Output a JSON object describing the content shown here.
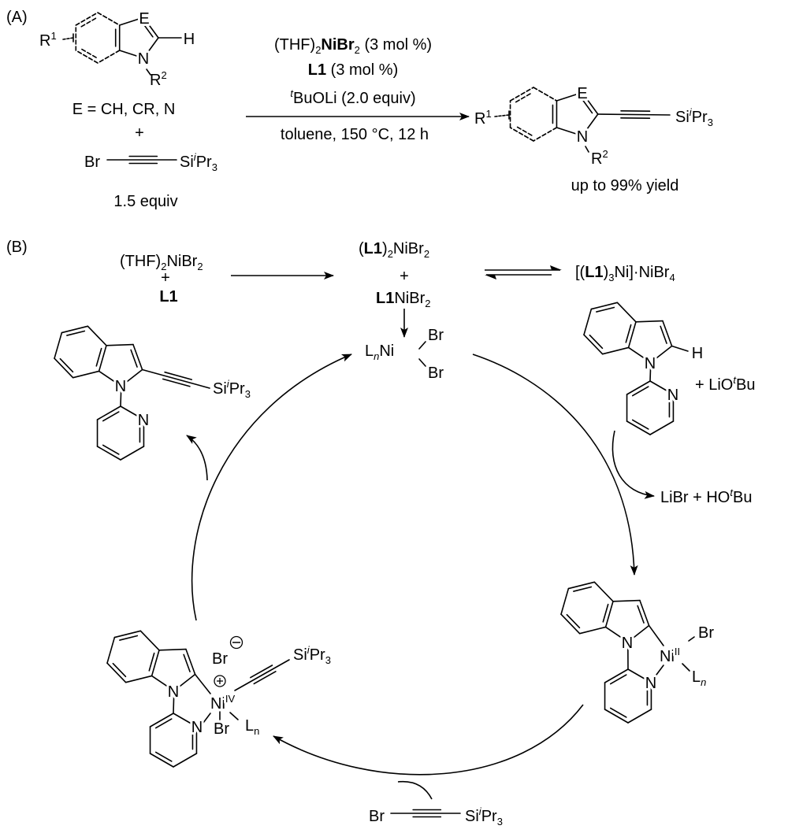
{
  "labels": {
    "a_tag": [
      {
        "t": "(A)"
      }
    ],
    "a_r1": [
      {
        "t": "R"
      },
      {
        "t": "1",
        "s": "sup"
      }
    ],
    "a_E": [
      {
        "t": "E"
      }
    ],
    "a_H": [
      {
        "t": "H"
      }
    ],
    "a_N": [
      {
        "t": "N"
      }
    ],
    "a_R2": [
      {
        "t": "R"
      },
      {
        "t": "2",
        "s": "sup"
      }
    ],
    "a_eq": [
      {
        "t": "E = CH, CR, N"
      }
    ],
    "a_plus": [
      {
        "t": "+"
      }
    ],
    "a_br": [
      {
        "t": "Br"
      }
    ],
    "a_si": [
      {
        "t": "Si"
      },
      {
        "t": "i",
        "s": "isup"
      },
      {
        "t": "Pr"
      },
      {
        "t": "3",
        "s": "sub"
      }
    ],
    "a_equiv": [
      {
        "t": "1.5 equiv"
      }
    ],
    "cond1": [
      {
        "t": "(THF)"
      },
      {
        "t": "2",
        "s": "sub"
      },
      {
        "t": "NiBr",
        "s": "b"
      },
      {
        "t": "2",
        "s": "sub"
      },
      {
        "t": " (3 mol %)"
      }
    ],
    "cond2": [
      {
        "t": "L1",
        "s": "b"
      },
      {
        "t": " (3 mol %)"
      }
    ],
    "cond3": [
      {
        "t": "t",
        "s": "isup"
      },
      {
        "t": "BuOLi (2.0 equiv)"
      }
    ],
    "cond4": [
      {
        "t": "toluene, 150 °C, 12 h"
      }
    ],
    "p_r1": [
      {
        "t": "R"
      },
      {
        "t": "1",
        "s": "sup"
      }
    ],
    "p_E": [
      {
        "t": "E"
      }
    ],
    "p_N": [
      {
        "t": "N"
      }
    ],
    "p_R2": [
      {
        "t": "R"
      },
      {
        "t": "2",
        "s": "sup"
      }
    ],
    "p_si": [
      {
        "t": "Si"
      },
      {
        "t": "i",
        "s": "isup"
      },
      {
        "t": "Pr"
      },
      {
        "t": "3",
        "s": "sub"
      }
    ],
    "p_yield": [
      {
        "t": "up to 99% yield"
      }
    ],
    "b_tag": [
      {
        "t": "(B)"
      }
    ],
    "b_thf": [
      {
        "t": "(THF)"
      },
      {
        "t": "2",
        "s": "sub"
      },
      {
        "t": "NiBr"
      },
      {
        "t": "2",
        "s": "sub"
      }
    ],
    "b_plus1": [
      {
        "t": "+"
      }
    ],
    "b_l1": [
      {
        "t": "L1",
        "s": "b"
      }
    ],
    "b_l1ni": [
      {
        "t": "("
      },
      {
        "t": "L1",
        "s": "b"
      },
      {
        "t": ")"
      },
      {
        "t": "2",
        "s": "sub"
      },
      {
        "t": "NiBr"
      },
      {
        "t": "2",
        "s": "sub"
      }
    ],
    "b_plus2": [
      {
        "t": "+"
      }
    ],
    "b_l1nibr": [
      {
        "t": "L1",
        "s": "b"
      },
      {
        "t": "NiBr"
      },
      {
        "t": "2",
        "s": "sub"
      }
    ],
    "b_ion": [
      {
        "t": "[("
      },
      {
        "t": "L1",
        "s": "b"
      },
      {
        "t": ")"
      },
      {
        "t": "3",
        "s": "sub"
      },
      {
        "t": "Ni]·NiBr"
      },
      {
        "t": "4",
        "s": "sub"
      }
    ],
    "b_lnni": [
      {
        "t": "L"
      },
      {
        "t": "n",
        "s": "isub"
      },
      {
        "t": "Ni"
      }
    ],
    "b_br1": [
      {
        "t": "Br"
      }
    ],
    "b_br2": [
      {
        "t": "Br"
      }
    ],
    "pr_N": [
      {
        "t": "N"
      }
    ],
    "pr_pyN": [
      {
        "t": "N"
      }
    ],
    "pr_si": [
      {
        "t": "Si"
      },
      {
        "t": "i",
        "s": "isup"
      },
      {
        "t": "Pr"
      },
      {
        "t": "3",
        "s": "sub"
      }
    ],
    "sb_N": [
      {
        "t": "N"
      }
    ],
    "sb_pyN": [
      {
        "t": "N"
      }
    ],
    "sb_H": [
      {
        "t": "H"
      }
    ],
    "sb_base": [
      {
        "t": "+ LiO"
      },
      {
        "t": "t",
        "s": "isup"
      },
      {
        "t": "Bu"
      }
    ],
    "libr": [
      {
        "t": "LiBr + HO"
      },
      {
        "t": "t",
        "s": "isup"
      },
      {
        "t": "Bu"
      }
    ],
    "n2_ni": [
      {
        "t": "Ni"
      },
      {
        "t": "II",
        "s": "sup"
      }
    ],
    "n2_br": [
      {
        "t": "Br"
      }
    ],
    "n2_ln": [
      {
        "t": "L"
      },
      {
        "t": "n",
        "s": "isub"
      }
    ],
    "n2_N": [
      {
        "t": "N"
      }
    ],
    "n2_pyN": [
      {
        "t": "N"
      }
    ],
    "n4_ni": [
      {
        "t": "Ni"
      },
      {
        "t": "IV",
        "s": "sup"
      }
    ],
    "n4_anion": [
      {
        "t": "Br"
      }
    ],
    "n4_br": [
      {
        "t": "Br"
      }
    ],
    "n4_ln": [
      {
        "t": "L"
      },
      {
        "t": "n",
        "s": "sub"
      }
    ],
    "n4_N": [
      {
        "t": "N"
      }
    ],
    "n4_pyN": [
      {
        "t": "N"
      }
    ],
    "n4_si": [
      {
        "t": "Si"
      },
      {
        "t": "i",
        "s": "isup"
      },
      {
        "t": "Pr"
      },
      {
        "t": "3",
        "s": "sub"
      }
    ],
    "bt_br": [
      {
        "t": "Br"
      }
    ],
    "bt_si": [
      {
        "t": "Si"
      },
      {
        "t": "i",
        "s": "isup"
      },
      {
        "t": "Pr"
      },
      {
        "t": "3",
        "s": "sub"
      }
    ]
  },
  "icons": {
    "positive_charge": "circle-plus",
    "negative_charge": "circle-minus"
  },
  "colors": {
    "ink": "#000000",
    "background": "#ffffff"
  }
}
